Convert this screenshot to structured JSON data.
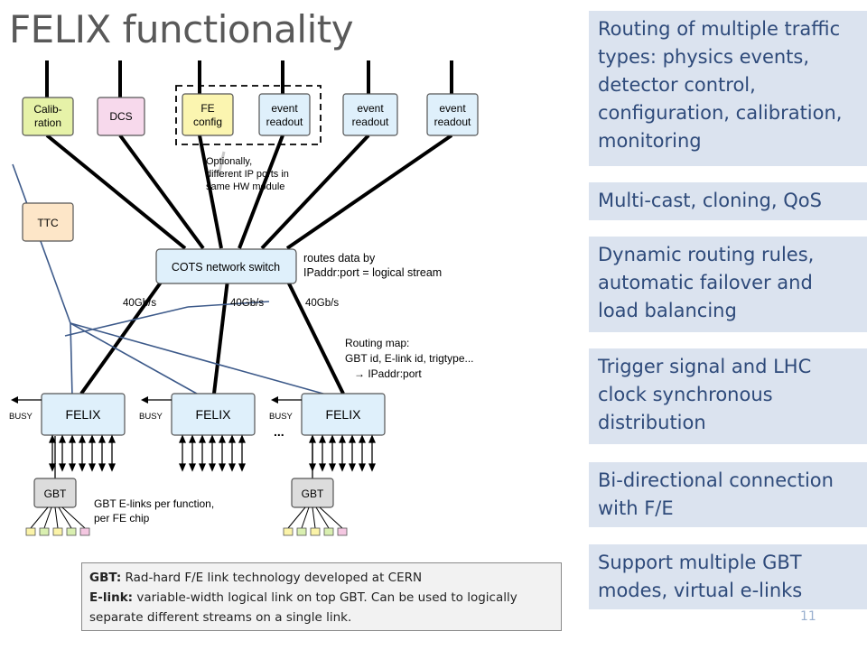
{
  "title": "FELIX functionality",
  "diagram": {
    "top_boxes": [
      {
        "key": "calibration",
        "lines": [
          "Calib-",
          "ration"
        ],
        "fill": "#e6f2a8"
      },
      {
        "key": "dcs",
        "lines": [
          "DCS"
        ],
        "fill": "#f7d9ec"
      },
      {
        "key": "fe-config",
        "lines": [
          "FE",
          "config"
        ],
        "fill": "#fbf5b0"
      },
      {
        "key": "event-readout-1",
        "lines": [
          "event",
          "readout"
        ],
        "fill": "#dff0fb"
      },
      {
        "key": "event-readout-2",
        "lines": [
          "event",
          "readout"
        ],
        "fill": "#dff0fb"
      },
      {
        "key": "event-readout-3",
        "lines": [
          "event",
          "readout"
        ],
        "fill": "#dff0fb"
      }
    ],
    "optional_note": [
      "Optionally,",
      "different IP ports in",
      "same HW module"
    ],
    "ttc": "TTC",
    "switch": "COTS network switch",
    "switch_note": [
      "routes data by",
      "IPaddr:port =  logical stream"
    ],
    "link_speeds": [
      "40Gb/s",
      "40Gb/s",
      "40Gb/s"
    ],
    "routing_map": [
      "Routing map:",
      "GBT id, E-link id, trigtype...",
      "→ IPaddr:port"
    ],
    "felix": [
      "FELIX",
      "FELIX",
      "FELIX"
    ],
    "busy": "BUSY",
    "ellipsis": "...",
    "gbt": "GBT",
    "gbt_note": [
      "GBT E-links per function,",
      "per FE chip"
    ],
    "colors": {
      "pink": "#f4c7e1",
      "yellow": "#fbf3a8",
      "green": "#d9efb0",
      "blue_line": "#3d5a8a",
      "box_fill": "#dff0fb"
    }
  },
  "panels": [
    "Routing of multiple traffic types: physics events, detector control, configuration, calibration, monitoring",
    "Multi-cast, cloning, QoS",
    "Dynamic routing rules, automatic failover and load balancing",
    "Trigger signal and LHC clock synchronous distribution",
    "Bi-directional connection with F/E",
    "Support multiple GBT modes, virtual e-links"
  ],
  "caption": {
    "gbt_term": "GBT:",
    "gbt_text": " Rad-hard F/E link technology developed at CERN",
    "elink_term": "E-link:",
    "elink_text": " variable-width logical link on top GBT. Can be used to logically separate different streams on a single link."
  },
  "page_number": "11"
}
